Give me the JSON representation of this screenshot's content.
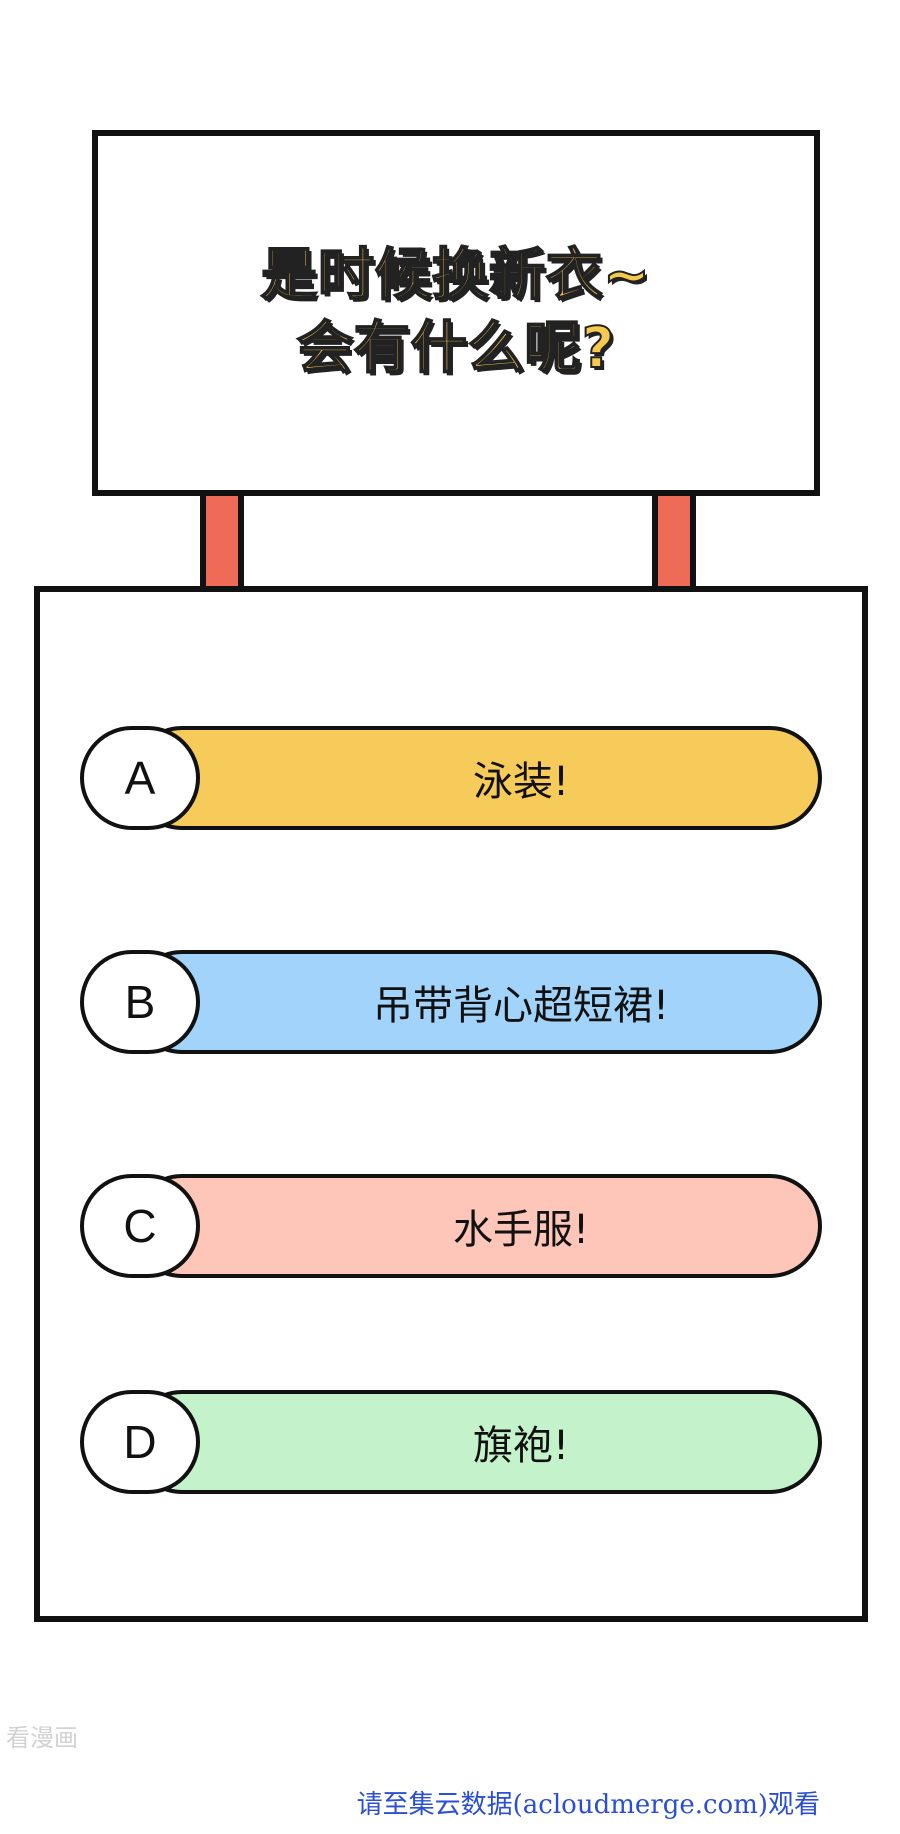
{
  "sign": {
    "title_line1": "是时候换新衣~",
    "title_line2": "会有什么呢?",
    "title_color": "#f7c94e",
    "post_color": "#ee6b57"
  },
  "options": [
    {
      "letter": "A",
      "label": "泳装!",
      "color": "#f7cb5a"
    },
    {
      "letter": "B",
      "label": "吊带背心超短裙!",
      "color": "#a2d4fb"
    },
    {
      "letter": "C",
      "label": "水手服!",
      "color": "#fec6b8"
    },
    {
      "letter": "D",
      "label": "旗袍!",
      "color": "#c4f2cb"
    }
  ],
  "watermarks": {
    "left": "看漫画",
    "bottom": "请至集云数据(acloudmerge.com)观看"
  }
}
